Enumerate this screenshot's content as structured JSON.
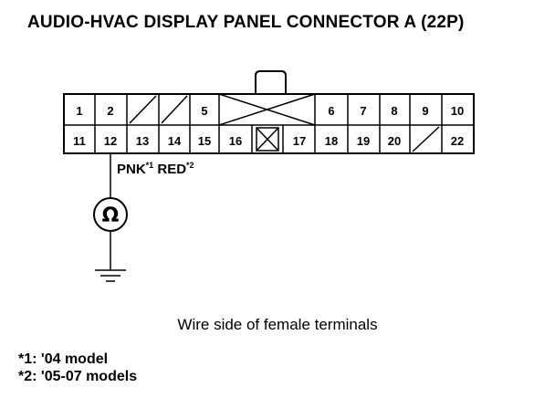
{
  "title": "AUDIO-HVAC DISPLAY PANEL CONNECTOR A (22P)",
  "connector": {
    "top_row_pins": [
      "1",
      "2",
      "5",
      "6",
      "7",
      "8",
      "9",
      "10"
    ],
    "bottom_row_pins": [
      "11",
      "12",
      "13",
      "14",
      "15",
      "16",
      "17",
      "18",
      "19",
      "20",
      "22"
    ]
  },
  "wire": {
    "color_1": "PNK",
    "mark_1": "*1",
    "color_2": "RED",
    "mark_2": "*2"
  },
  "meter": {
    "symbol": "Ω"
  },
  "caption": "Wire side of female terminals",
  "notes": [
    "*1: '04 model",
    "*2: '05-07 models"
  ]
}
